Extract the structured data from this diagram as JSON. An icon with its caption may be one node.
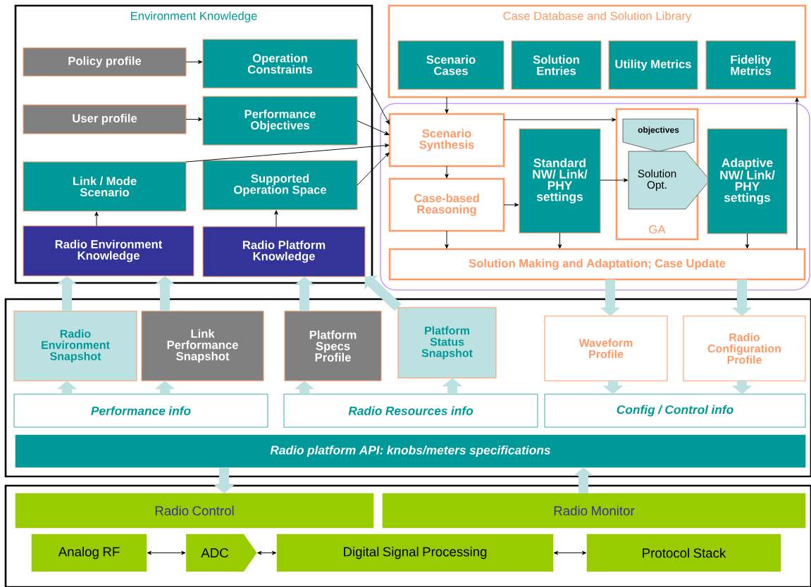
{
  "diagram": {
    "nodes": [
      {
        "text": [
          "Environment Knowledge"
        ]
      },
      {
        "text": [
          "Policy profile"
        ],
        "in": 0
      },
      {
        "text": [
          "Operation Constraints"
        ],
        "in": 0
      },
      {
        "text": [
          "User profile"
        ],
        "in": 0
      },
      {
        "text": [
          "Performance Objectives"
        ],
        "in": 0
      },
      {
        "text": [
          "Link / Mode Scenario"
        ],
        "in": 0
      },
      {
        "text": [
          "Supported Operation Space"
        ],
        "in": 0
      },
      {
        "text": [
          "Radio Environment Knowledge"
        ],
        "in": 0
      },
      {
        "text": [
          "Radio Platform Knowledge"
        ],
        "in": 0
      },
      {
        "text": [
          "Case Database and Solution Library"
        ]
      },
      {
        "text": [
          "Scenario Cases"
        ],
        "in": 9
      },
      {
        "text": [
          "Solution Entries"
        ],
        "in": 9
      },
      {
        "text": [
          "Utility Metrics"
        ],
        "in": 9
      },
      {
        "text": [
          "Fidelity Metrics"
        ],
        "in": 9
      },
      {
        "text": [],
        "shape": "box"
      },
      {
        "text": [
          "Scenario Synthesis"
        ],
        "in": 14
      },
      {
        "text": [
          "Case-based Reasoning"
        ],
        "in": 14
      },
      {
        "text": [
          "Standard NW/ Link/ PHY settings"
        ],
        "in": 14
      },
      {
        "text": [
          "GA"
        ],
        "in": 14
      },
      {
        "text": [
          "objectives"
        ],
        "in": 18
      },
      {
        "text": [
          "Solution Opt."
        ],
        "in": 18
      },
      {
        "text": [
          "Adaptive NW/ Link/ PHY settings"
        ],
        "in": 14
      },
      {
        "text": [
          "Solution Making and Adaptation; Case Update"
        ],
        "in": 14
      },
      {
        "text": [],
        "shape": "box"
      },
      {
        "text": [
          "Radio Environment Snapshot"
        ],
        "in": 23
      },
      {
        "text": [
          "Link Performance Snapshot"
        ],
        "in": 23
      },
      {
        "text": [
          "Platform Specs Profile"
        ],
        "in": 23
      },
      {
        "text": [
          "Platform Status Snapshot"
        ],
        "in": 23
      },
      {
        "text": [
          "Waveform Profile"
        ],
        "in": 23
      },
      {
        "text": [
          "Radio Configuration Profile"
        ],
        "in": 23
      },
      {
        "text": [
          "Performance info"
        ],
        "in": 23
      },
      {
        "text": [
          "Radio Resources info"
        ],
        "in": 23
      },
      {
        "text": [
          "Config / Control info"
        ],
        "in": 23
      },
      {
        "text": [
          "Radio platform API: knobs/meters specifications"
        ],
        "in": 23
      },
      {
        "text": [],
        "shape": "box"
      },
      {
        "text": [
          "Radio Control"
        ],
        "in": 34
      },
      {
        "text": [
          "Radio Monitor"
        ],
        "in": 34
      },
      {
        "text": [
          "Analog RF"
        ],
        "in": 34
      },
      {
        "text": [
          "ADC"
        ],
        "in": 34
      },
      {
        "text": [
          "Digital Signal Processing"
        ],
        "in": 34
      },
      {
        "text": [
          "Protocol Stack"
        ],
        "in": 34
      }
    ],
    "edges": [
      {
        "from": 1,
        "to": 2,
        "arrow": "to"
      },
      {
        "from": 3,
        "to": 4,
        "arrow": "to"
      },
      {
        "from": 2,
        "to": 15,
        "arrow": "to"
      },
      {
        "from": 4,
        "to": 15,
        "arrow": "to"
      },
      {
        "from": 5,
        "to": 15,
        "arrow": "to"
      },
      {
        "from": 6,
        "to": 15,
        "arrow": "to"
      },
      {
        "from": 7,
        "to": 5,
        "arrow": "to"
      },
      {
        "from": 8,
        "to": 6,
        "arrow": "to"
      },
      {
        "from": 9,
        "to": 15,
        "arrow": "to"
      },
      {
        "from": 15,
        "to": 16,
        "arrow": "to"
      },
      {
        "from": 15,
        "to": 18,
        "arrow": "to"
      },
      {
        "from": 16,
        "to": 17,
        "arrow": "to"
      },
      {
        "from": 17,
        "to": 20,
        "arrow": "to"
      },
      {
        "from": 16,
        "to": 22,
        "arrow": "to"
      },
      {
        "from": 17,
        "to": 22,
        "arrow": "to"
      },
      {
        "from": 21,
        "to": 22,
        "arrow": "to"
      },
      {
        "from": 22,
        "to": 9,
        "arrow": "to"
      },
      {
        "from": 24,
        "to": 7,
        "arrow": "to",
        "style": "thick",
        "color": "#bde0e0"
      },
      {
        "from": 25,
        "to": 7,
        "arrow": "to",
        "style": "thick",
        "color": "#bde0e0"
      },
      {
        "from": 26,
        "to": 8,
        "arrow": "to",
        "style": "thick",
        "color": "#bde0e0"
      },
      {
        "from": 27,
        "to": 8,
        "arrow": "to",
        "style": "thick",
        "color": "#bde0e0"
      },
      {
        "from": 22,
        "to": 28,
        "arrow": "to",
        "style": "thick",
        "color": "#bde0e0"
      },
      {
        "from": 22,
        "to": 29,
        "arrow": "to",
        "style": "thick",
        "color": "#bde0e0"
      },
      {
        "from": 30,
        "to": 24,
        "arrow": "to",
        "style": "thick",
        "color": "#bde0e0"
      },
      {
        "from": 30,
        "to": 25,
        "arrow": "to",
        "style": "thick",
        "color": "#bde0e0"
      },
      {
        "from": 31,
        "to": 26,
        "arrow": "to",
        "style": "thick",
        "color": "#bde0e0"
      },
      {
        "from": 31,
        "to": 27,
        "arrow": "to",
        "style": "thick",
        "color": "#bde0e0"
      },
      {
        "from": 28,
        "to": 32,
        "arrow": "to",
        "style": "thick",
        "color": "#bde0e0"
      },
      {
        "from": 29,
        "to": 32,
        "arrow": "to",
        "style": "thick",
        "color": "#bde0e0"
      },
      {
        "from": 33,
        "to": 35,
        "arrow": "to",
        "style": "thick",
        "color": "#bde0e0"
      },
      {
        "from": 36,
        "to": 33,
        "arrow": "to",
        "style": "thick",
        "color": "#bde0e0"
      },
      {
        "from": 37,
        "to": 38,
        "arrow": "both"
      },
      {
        "from": 38,
        "to": 39,
        "arrow": "both"
      },
      {
        "from": 39,
        "to": 40,
        "arrow": "both"
      }
    ]
  }
}
